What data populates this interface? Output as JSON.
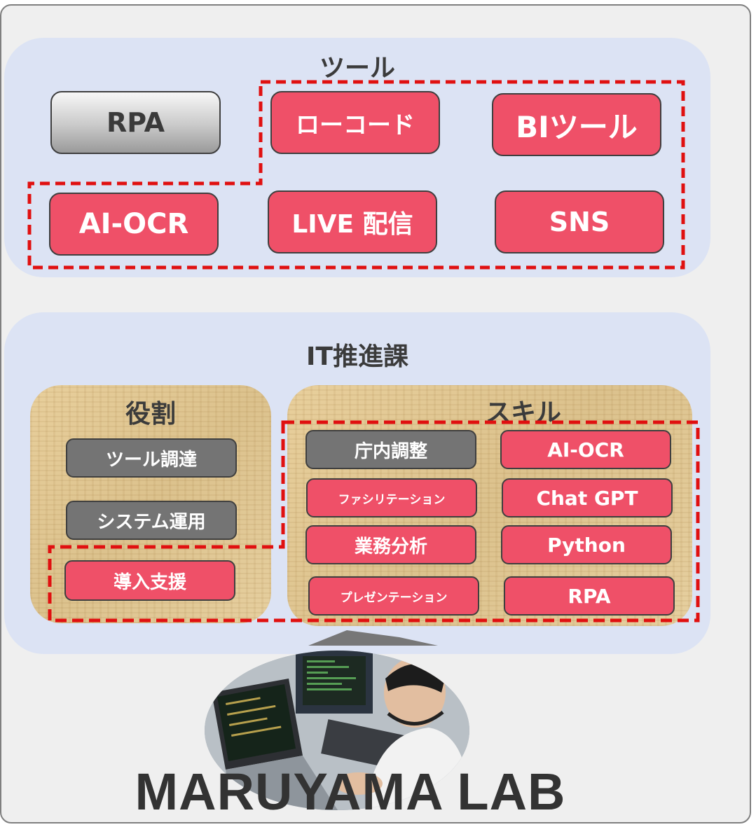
{
  "tools_panel": {
    "title": "ツール",
    "items": [
      "RPA",
      "ローコード",
      "BIツール",
      "AI-OCR",
      "LIVE 配信",
      "SNS"
    ]
  },
  "it_panel": {
    "title": "IT推進課",
    "roles": {
      "title": "役割",
      "items": [
        "ツール調達",
        "システム運用",
        "導入支援"
      ]
    },
    "skills": {
      "title": "スキル",
      "items": [
        "庁内調整",
        "AI-OCR",
        "ファシリテーション",
        "Chat GPT",
        "業務分析",
        "Python",
        "プレゼンテーション",
        "RPA"
      ]
    }
  },
  "brand": "MARUYAMA LAB",
  "colors": {
    "highlight": "#ef5068",
    "neutral": "#747474",
    "panel": "#dce3f4",
    "dashed_outline": "#e01010"
  }
}
